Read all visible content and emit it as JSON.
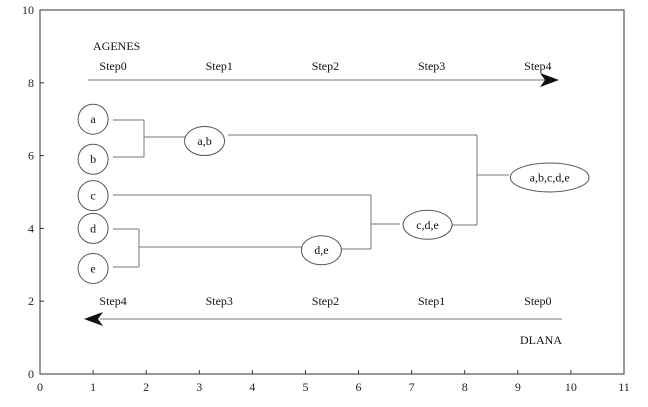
{
  "axes": {
    "x_ticks": [
      "0",
      "1",
      "2",
      "3",
      "4",
      "5",
      "6",
      "7",
      "8",
      "9",
      "10",
      "11"
    ],
    "y_ticks": [
      "0",
      "2",
      "4",
      "6",
      "8",
      "10"
    ],
    "x_range": [
      0,
      11
    ],
    "y_range": [
      0,
      10
    ]
  },
  "top_arrow": {
    "title": "AGENES",
    "steps": [
      "Step0",
      "Step1",
      "Step2",
      "Step3",
      "Step4"
    ],
    "step_x": [
      1,
      3,
      5,
      7,
      9
    ]
  },
  "bottom_arrow": {
    "title": "DLANA",
    "steps": [
      "Step4",
      "Step3",
      "Step2",
      "Step1",
      "Step0"
    ],
    "step_x": [
      1,
      3,
      5,
      7,
      9
    ]
  },
  "nodes": [
    {
      "id": "a",
      "label": "a",
      "x": 1.0,
      "y": 7.0
    },
    {
      "id": "b",
      "label": "b",
      "x": 1.0,
      "y": 5.9
    },
    {
      "id": "c",
      "label": "c",
      "x": 1.0,
      "y": 4.9
    },
    {
      "id": "d",
      "label": "d",
      "x": 1.0,
      "y": 4.0
    },
    {
      "id": "e",
      "label": "e",
      "x": 1.0,
      "y": 2.9
    },
    {
      "id": "ab",
      "label": "a,b",
      "x": 3.1,
      "y": 6.4
    },
    {
      "id": "de",
      "label": "d,e",
      "x": 5.3,
      "y": 3.4
    },
    {
      "id": "cde",
      "label": "c,d,e",
      "x": 7.3,
      "y": 4.1
    },
    {
      "id": "abcde",
      "label": "a,b,c,d,e",
      "x": 9.6,
      "y": 5.4
    }
  ]
}
